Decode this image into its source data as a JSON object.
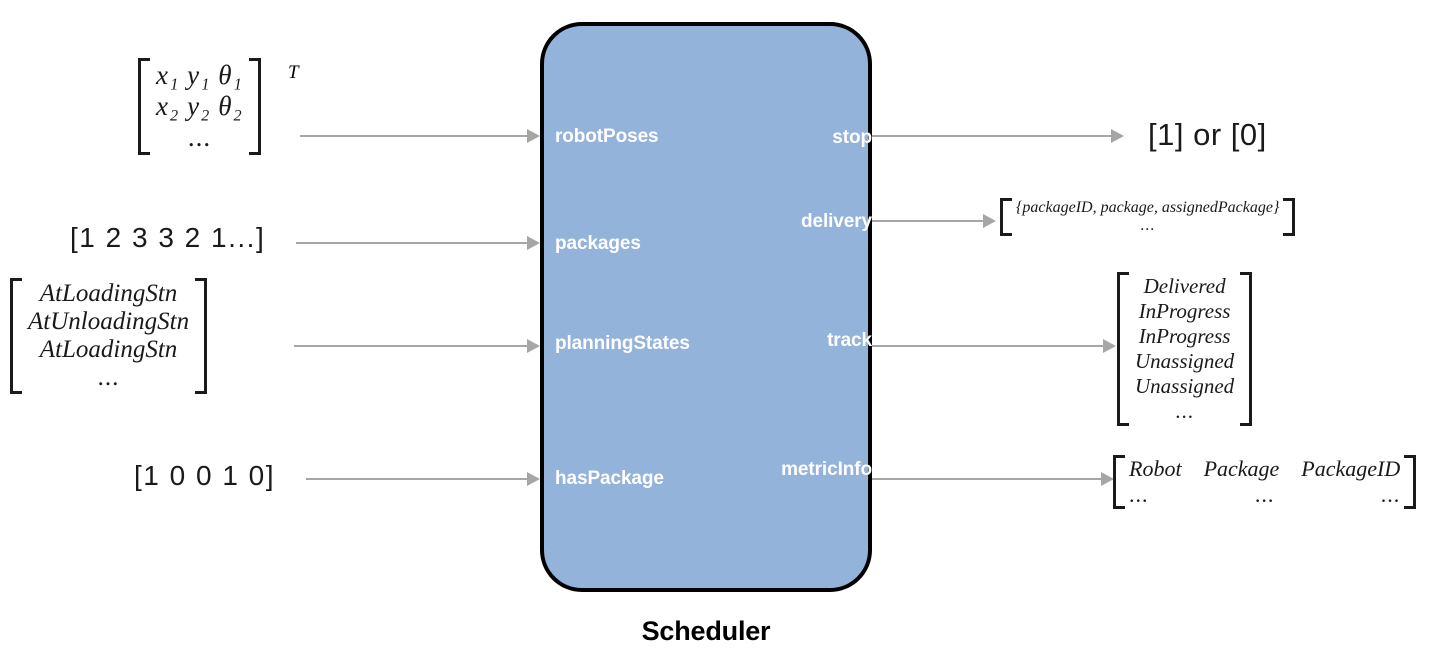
{
  "diagram": {
    "block": {
      "name": "Scheduler",
      "fill_color": "#93b3da",
      "border_color": "#000000"
    },
    "inputs": [
      {
        "port": "robotPoses",
        "value_rows": [
          "x₁  y₁  θ₁",
          "x₂  y₂  θ₂",
          "..."
        ],
        "transpose": "T"
      },
      {
        "port": "packages",
        "value": "[1 2 3 3 2 1...]"
      },
      {
        "port": "planningStates",
        "value_rows": [
          "AtLoadingStn",
          "AtUnloadingStn",
          "AtLoadingStn",
          "..."
        ]
      },
      {
        "port": "hasPackage",
        "value": "[1 0 0 1 0]"
      }
    ],
    "outputs": [
      {
        "port": "stop",
        "value": "[1] or [0]"
      },
      {
        "port": "delivery",
        "value_rows": [
          "{packageID, package, assignedPackage}",
          "..."
        ]
      },
      {
        "port": "track",
        "value_rows": [
          "Delivered",
          "InProgress",
          "InProgress",
          "Unassigned",
          "Unassigned",
          "..."
        ]
      },
      {
        "port": "metricInfo",
        "header_cells": [
          "Robot",
          "Package",
          "PackageID"
        ],
        "dots_cells": [
          "...",
          "...",
          "..."
        ]
      }
    ],
    "arrow_color": "#a6a6a6"
  }
}
